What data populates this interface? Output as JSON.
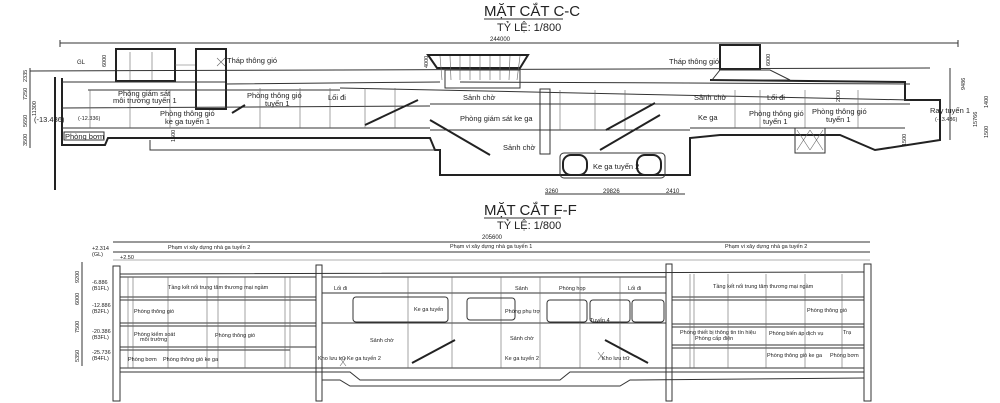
{
  "section_cc": {
    "title": "MẶT CẮT C-C",
    "scale": "TỶ LỆ: 1/800",
    "overall_dim": "244000",
    "gl": "GL",
    "left_dims": [
      "2335",
      "7250",
      "11300",
      "5650",
      "3500"
    ],
    "left_level": "(-13.436)",
    "left_level2": "(-12.336)",
    "right_dims": [
      "9486",
      "1400",
      "15766",
      "1500"
    ],
    "dims": {
      "d6000a": "6000",
      "d4000": "4000",
      "d6000b": "6000",
      "d1500a": "1500",
      "d1500b": "1500",
      "d2000": "2000",
      "b3260": "3260",
      "b29826": "29826",
      "b2410": "2410"
    },
    "labels": {
      "thap1": "Tháp thông gió",
      "gsmt1": "Phòng giám sát",
      "gsmt2": "môi trường tuyến 1",
      "tgkg1": "Phòng thông gió",
      "tgkg2": "ke ga tuyến 1",
      "tgt1a": "Phòng thông gió",
      "tgt1b": "tuyến 1",
      "loidi1": "Lối đi",
      "sanhcho1": "Sảnh chờ",
      "gske": "Phòng giám sát ke ga",
      "sanhcho2": "Sảnh chờ",
      "kegat2": "Ke ga tuyến 2",
      "thap2": "Tháp thông gió",
      "sanhcho3": "Sảnh chờ",
      "loidi2": "Lối đi",
      "kega": "Ke ga",
      "tg2a": "Phòng thông gió",
      "tg2b": "tuyến 1",
      "tg3a": "Phòng thông gió",
      "tg3b": "tuyến 1",
      "ray": "Ray tuyến 1",
      "raylvl": "(-13.436)",
      "phongbom": "Phòng bơm"
    }
  },
  "section_ff": {
    "title": "MẶT CẮT F-F",
    "scale": "TỶ LỆ: 1/800",
    "overall_dim": "205600",
    "range_left": "Phạm vi xây dựng nhà ga tuyến 2",
    "range_mid": "Phạm vi xây dựng nhà ga tuyến 1",
    "range_right": "Phạm vi xây dựng nhà ga tuyến 2",
    "plus250": "+2.50",
    "levels": [
      {
        "value": "+2.314",
        "name": "(GL)"
      },
      {
        "value": "-6.886",
        "name": "(B1FL)"
      },
      {
        "value": "-12.886",
        "name": "(B2FL)"
      },
      {
        "value": "-20.386",
        "name": "(B3FL)"
      },
      {
        "value": "-25.736",
        "name": "(B4FL)"
      }
    ],
    "level_dims": [
      "9200",
      "6000",
      "7500",
      "5350"
    ],
    "labels": {
      "tkn1": "Tầng kết nối trung tâm thương mại ngầm",
      "tg1": "Phòng thông gió",
      "pks1": "Phòng kiểm soát",
      "pks2": "môi trường",
      "tg2": "Phòng thông gió",
      "bom1": "Phòng bơm",
      "tgkg1": "Phòng thông gió ke ga",
      "loidi1": "Lối đi",
      "kegatuyen": "Ke ga tuyến",
      "sanhcho1": "Sảnh chờ",
      "kho1": "Kho lưu trữ",
      "kegat2a": "Ke ga tuyến 2",
      "sanh": "Sảnh",
      "phonghop": "Phòng họp",
      "loidi2": "Lối đi",
      "phutro": "Phòng phụ trợ",
      "tuyen4": "Tuyến 4",
      "sanhcho2": "Sảnh chờ",
      "kegat2b": "Ke ga tuyến 2",
      "kho2": "Kho lưu trữ",
      "tkn2": "Tầng kết nối trung tâm thương mại ngầm",
      "tg3": "Phòng thông gió",
      "ttth": "Phòng thiết bị thông tin tín hiệu",
      "capdien": "Phòng cấp điện",
      "bienap": "Phòng biến áp dịch vụ",
      "tra": "Trạ",
      "tgkg2": "Phòng thông gió ke ga",
      "bom2": "Phòng bơm"
    }
  }
}
